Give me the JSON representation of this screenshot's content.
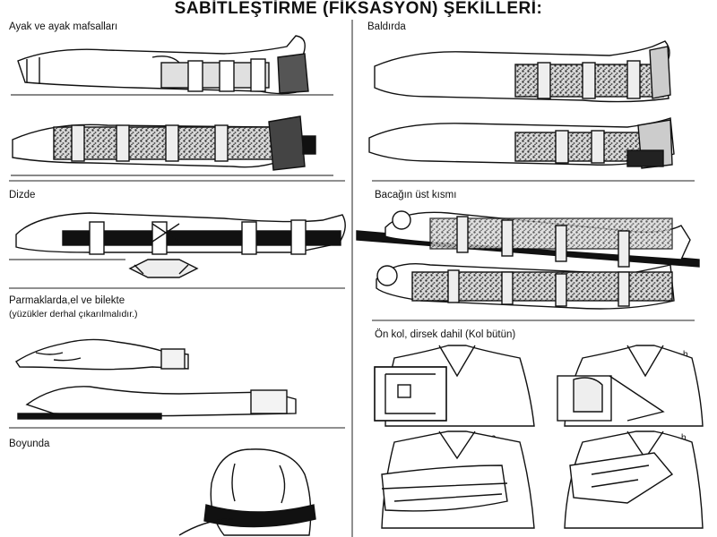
{
  "title": "SABİTLEŞTİRME (FİKSASYON) ŞEKİLLERİ:",
  "left_column": {
    "sections": [
      {
        "label": "Ayak ve ayak mafsalları"
      },
      {
        "label": "Dizde"
      },
      {
        "label_line1": "Parmaklarda,el ve bilekte",
        "label_line2": "(yüzükler derhal çıkarılmalıdır.)"
      },
      {
        "label": "Boyunda"
      }
    ]
  },
  "right_column": {
    "sections": [
      {
        "label": "Baldırda"
      },
      {
        "label": "Bacağın üst kısmı"
      },
      {
        "label": "Ön kol, dirsek dahil (Kol bütün)",
        "sub_labels": [
          "a",
          "b",
          "a",
          "b"
        ]
      }
    ]
  }
}
